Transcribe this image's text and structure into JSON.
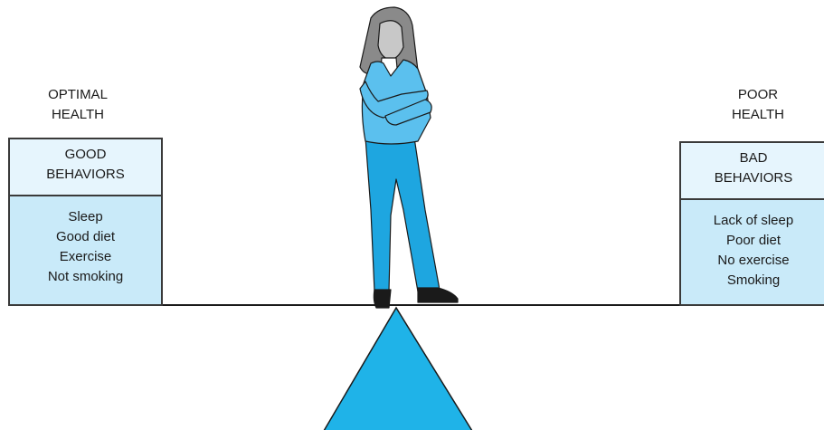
{
  "left": {
    "heading": [
      "OPTIMAL",
      "HEALTH"
    ],
    "box_title": [
      "GOOD",
      "BEHAVIORS"
    ],
    "items": [
      "Sleep",
      "Good diet",
      "Exercise",
      "Not smoking"
    ]
  },
  "right": {
    "heading": [
      "POOR",
      "HEALTH"
    ],
    "box_title": [
      "BAD",
      "BEHAVIORS"
    ],
    "items": [
      "Lack of sleep",
      "Poor diet",
      "No exercise",
      "Smoking"
    ]
  },
  "colors": {
    "fulcrum": "#1fb3e8",
    "box_header": "#e6f5fd",
    "box_body": "#c9eaf9",
    "shirt": "#5bc0ee",
    "pants": "#1ea6e0",
    "hair": "#8a8a8a",
    "skin": "#c8c8c8"
  },
  "icons": {
    "person": "person-standing-arms-crossed-icon",
    "fulcrum": "triangle-fulcrum-icon"
  }
}
